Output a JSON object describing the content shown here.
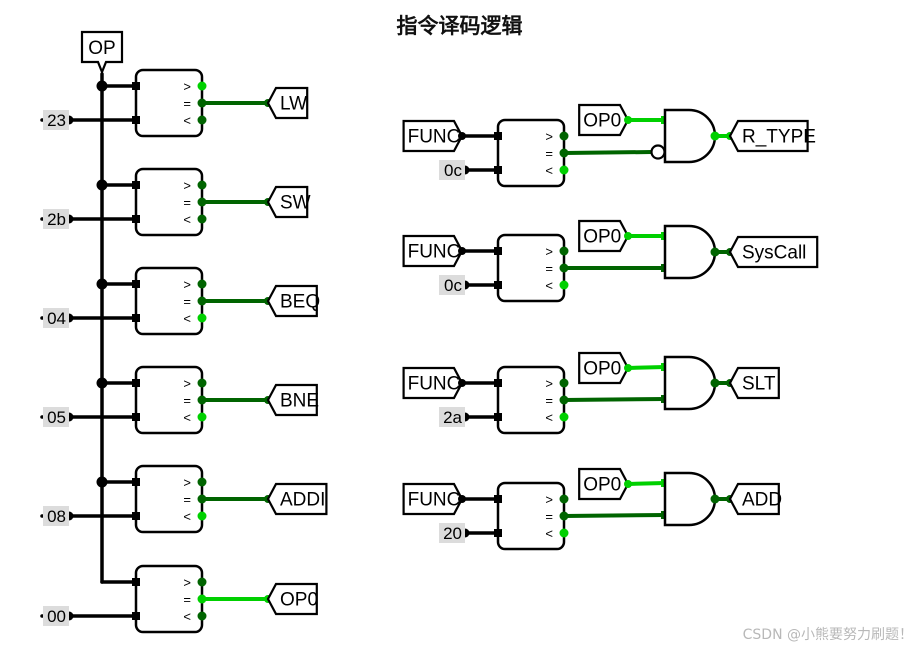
{
  "title": "指令译码逻辑",
  "watermark": "CSDN @小熊要努力刷题！",
  "colors": {
    "wire_dark": "#006400",
    "wire_bright": "#00d000",
    "black": "#000000",
    "const_bg": "#dcdcdc"
  },
  "op_input_label": "OP",
  "comparator_port_labels": [
    ">",
    "=",
    "<"
  ],
  "op_comparators": [
    {
      "constant": "23",
      "output": "LW"
    },
    {
      "constant": "2b",
      "output": "SW"
    },
    {
      "constant": "04",
      "output": "BEQ"
    },
    {
      "constant": "05",
      "output": "BNE"
    },
    {
      "constant": "08",
      "output": "ADDI"
    },
    {
      "constant": "00",
      "output": "OP0"
    }
  ],
  "func_decoders": [
    {
      "func_label": "FUNC",
      "constant": "0c",
      "op_label": "OP0",
      "inverted_input": true,
      "output": "R_TYPE"
    },
    {
      "func_label": "FUNC",
      "constant": "0c",
      "op_label": "OP0",
      "inverted_input": false,
      "output": "SysCall"
    },
    {
      "func_label": "FUNC",
      "constant": "2a",
      "op_label": "OP0",
      "inverted_input": false,
      "output": "SLT"
    },
    {
      "func_label": "FUNC",
      "constant": "20",
      "op_label": "OP0",
      "inverted_input": false,
      "output": "ADD"
    }
  ]
}
